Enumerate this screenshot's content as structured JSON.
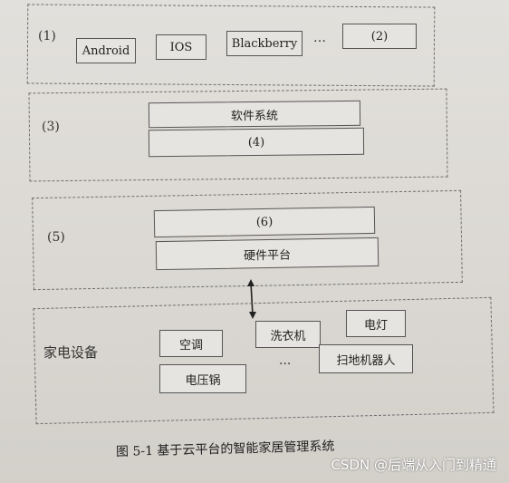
{
  "layer1": {
    "tag": "(1)",
    "items": [
      "Android",
      "IOS",
      "Blackberry"
    ],
    "dots": "…",
    "slot": "(2)"
  },
  "layer2": {
    "tag": "(3)",
    "top_box": "软件系统",
    "bottom_box": "(4)"
  },
  "layer3": {
    "tag": "(5)",
    "top_box": "(6)",
    "bottom_box": "硬件平台"
  },
  "appliances": {
    "tag": "家电设备",
    "items": [
      "空调",
      "洗衣机",
      "电灯",
      "电压锅",
      "扫地机器人"
    ],
    "dots": "···"
  },
  "caption": "图 5-1  基于云平台的智能家居管理系统",
  "watermark": "CSDN @后端从入门到精通",
  "colors": {
    "border": "#555555",
    "background": "#dcd9d4"
  }
}
